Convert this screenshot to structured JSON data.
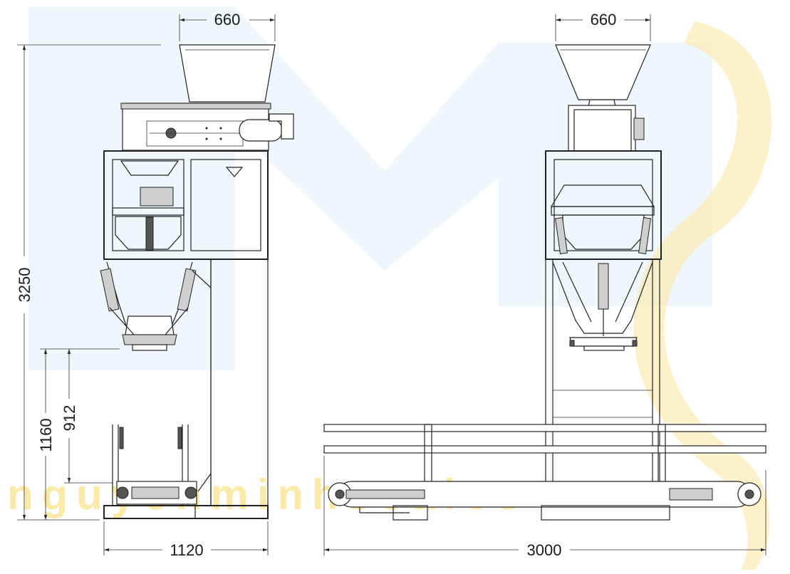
{
  "watermark": {
    "text": "nguyenminhscales",
    "colors": {
      "blue": "#dbe9f5",
      "yellow": "#fbe9a8"
    }
  },
  "dimensions": {
    "left_top_width": "660",
    "right_top_width": "660",
    "total_height": "3250",
    "discharge_height": "1160",
    "bag_clamp_height": "912",
    "left_base_width": "1120",
    "conveyor_length": "3000"
  },
  "colors": {
    "line": "#222222",
    "background": "#ffffff"
  }
}
